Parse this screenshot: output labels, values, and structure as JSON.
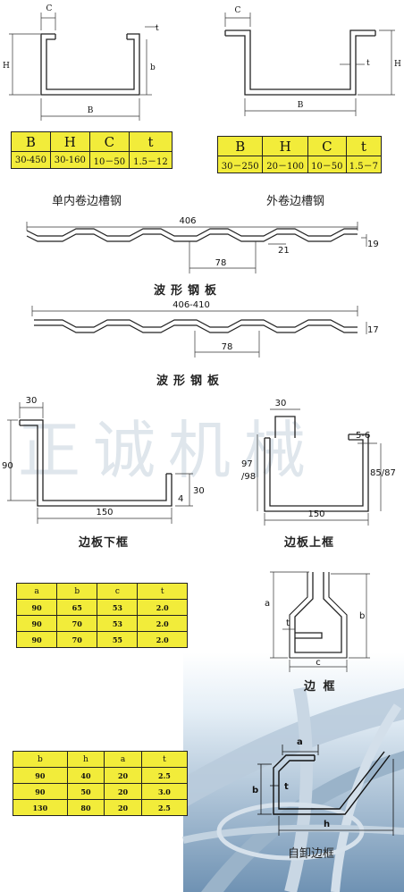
{
  "watermark": "正诚机械",
  "inner_channel": {
    "caption": "单内卷边槽钢",
    "labels": {
      "c": "C",
      "t": "t",
      "h": "H",
      "b": "b",
      "B": "B"
    },
    "table": {
      "headers": [
        "B",
        "H",
        "C",
        "t"
      ],
      "row": [
        "30-450",
        "30-160",
        "10－50",
        "1.5－12"
      ]
    }
  },
  "outer_channel": {
    "caption": "外卷边槽钢",
    "labels": {
      "c": "C",
      "t": "t",
      "h": "H",
      "B": "B"
    },
    "table": {
      "headers": [
        "B",
        "H",
        "C",
        "t"
      ],
      "row": [
        "30－250",
        "20－100",
        "10－50",
        "1.5－7"
      ]
    }
  },
  "wave1": {
    "caption": "波形钢板",
    "width": "406",
    "pitch": "78",
    "depth": "21",
    "height": "19"
  },
  "wave2": {
    "caption": "波形钢板",
    "width": "406-410",
    "pitch": "78",
    "height": "17"
  },
  "lower_frame": {
    "caption": "边板下框",
    "top": "30",
    "height": "90",
    "lip": "30",
    "thick": "4",
    "width": "150"
  },
  "upper_frame": {
    "caption": "边板上框",
    "top": "30",
    "lip": "5-6",
    "left_h": "97",
    "left_h2": "/98",
    "right_h": "85/87",
    "width": "150"
  },
  "edge_frame": {
    "caption": "边 框",
    "labels": {
      "a": "a",
      "b": "b",
      "c": "c",
      "t": "t"
    },
    "table": {
      "headers": [
        "a",
        "b",
        "c",
        "t"
      ],
      "rows": [
        [
          "90",
          "65",
          "53",
          "2.0"
        ],
        [
          "90",
          "70",
          "53",
          "2.0"
        ],
        [
          "90",
          "70",
          "55",
          "2.0"
        ]
      ]
    }
  },
  "dump_frame": {
    "caption": "自卸边框",
    "labels": {
      "a": "a",
      "b": "b",
      "t": "t",
      "h": "h"
    },
    "table": {
      "headers": [
        "b",
        "h",
        "a",
        "t"
      ],
      "rows": [
        [
          "90",
          "40",
          "20",
          "2.5"
        ],
        [
          "90",
          "50",
          "20",
          "3.0"
        ],
        [
          "130",
          "80",
          "20",
          "2.5"
        ]
      ]
    }
  }
}
